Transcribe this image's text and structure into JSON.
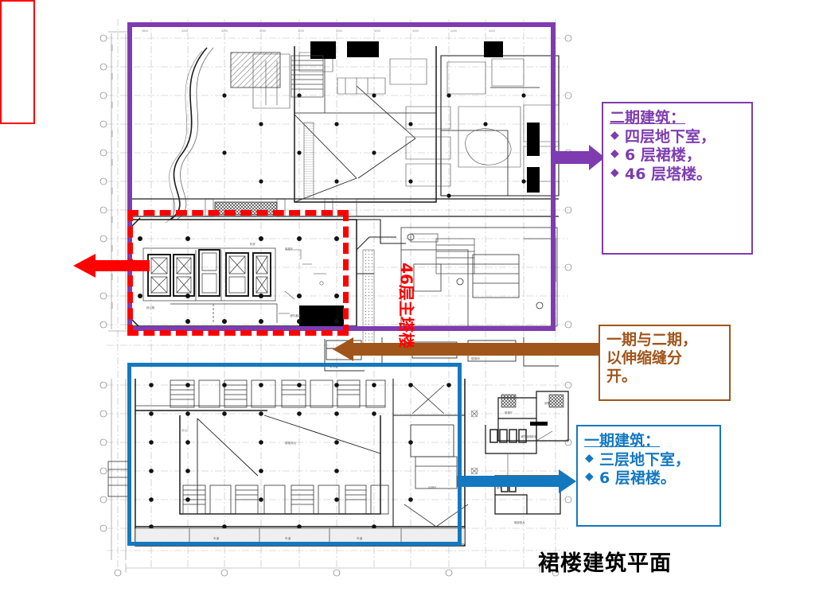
{
  "slide": {
    "caption": "裙楼建筑平面",
    "background": "#FFFFFF"
  },
  "colors": {
    "phase2_purple": "#7E3CB0",
    "phase1_blue": "#1478C0",
    "joint_brown": "#A0551B",
    "tower_red": "#FF0000",
    "drawing_ink": "#1A1A1A"
  },
  "callouts": {
    "phase2": {
      "header": "二期建筑：",
      "bullet_glyph": "◆",
      "items": [
        "四层地下室，",
        "6 层裙楼，",
        "46 层塔楼。"
      ],
      "color": "#7E3CB0"
    },
    "joint": {
      "lines": [
        "一期与二期，",
        "以伸缩缝分",
        "开。"
      ],
      "color": "#A0551B"
    },
    "phase1": {
      "header": "一期建筑：",
      "bullet_glyph": "◆",
      "items": [
        "三层地下室，",
        "6 层裙楼。"
      ],
      "color": "#1478C0"
    },
    "tower": {
      "label": "46层主塔楼",
      "color": "#FF0000"
    }
  },
  "annotations": {
    "phase2_region": "二期建筑范围（紫色实线框）",
    "phase1_region": "一期建筑范围（蓝色实线框）",
    "tower_region": "46层主塔楼核心筒范围（红色虚线框）"
  },
  "drawing": {
    "title": "裙楼建筑平面",
    "type": "architectural-floor-plan"
  }
}
